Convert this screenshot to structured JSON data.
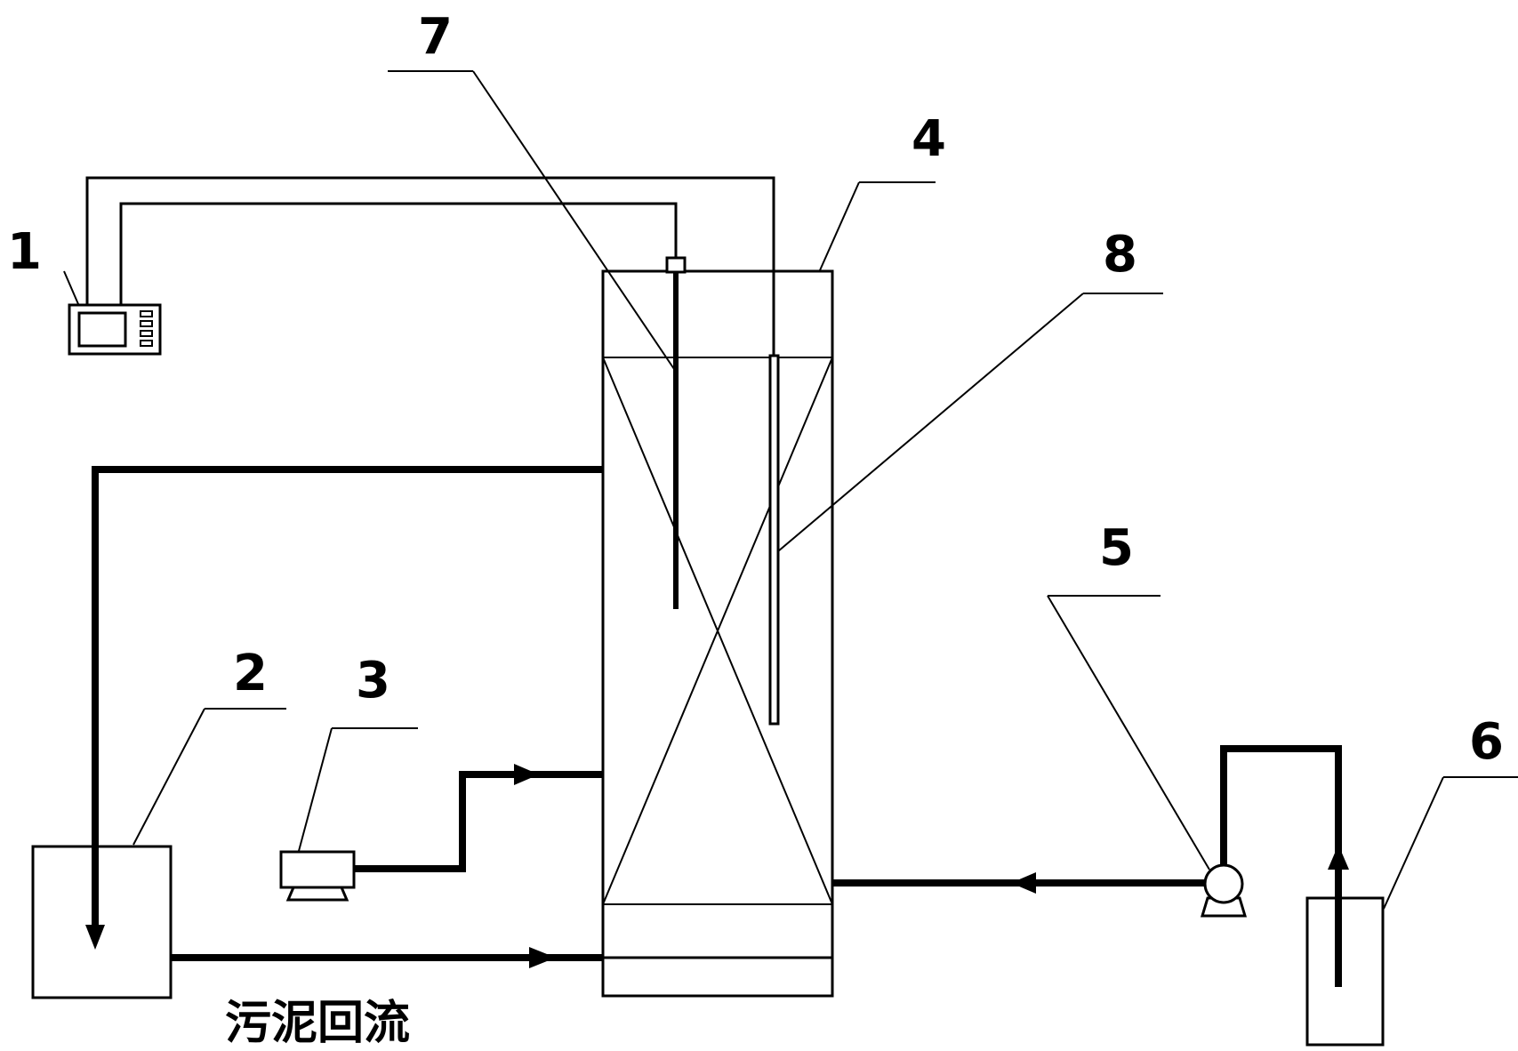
{
  "labels": {
    "n1": "1",
    "n2": "2",
    "n3": "3",
    "n4": "4",
    "n5": "5",
    "n6": "6",
    "n7": "7",
    "n8": "8"
  },
  "caption": "污泥回流",
  "colors": {
    "line": "#000000",
    "background": "#ffffff"
  }
}
